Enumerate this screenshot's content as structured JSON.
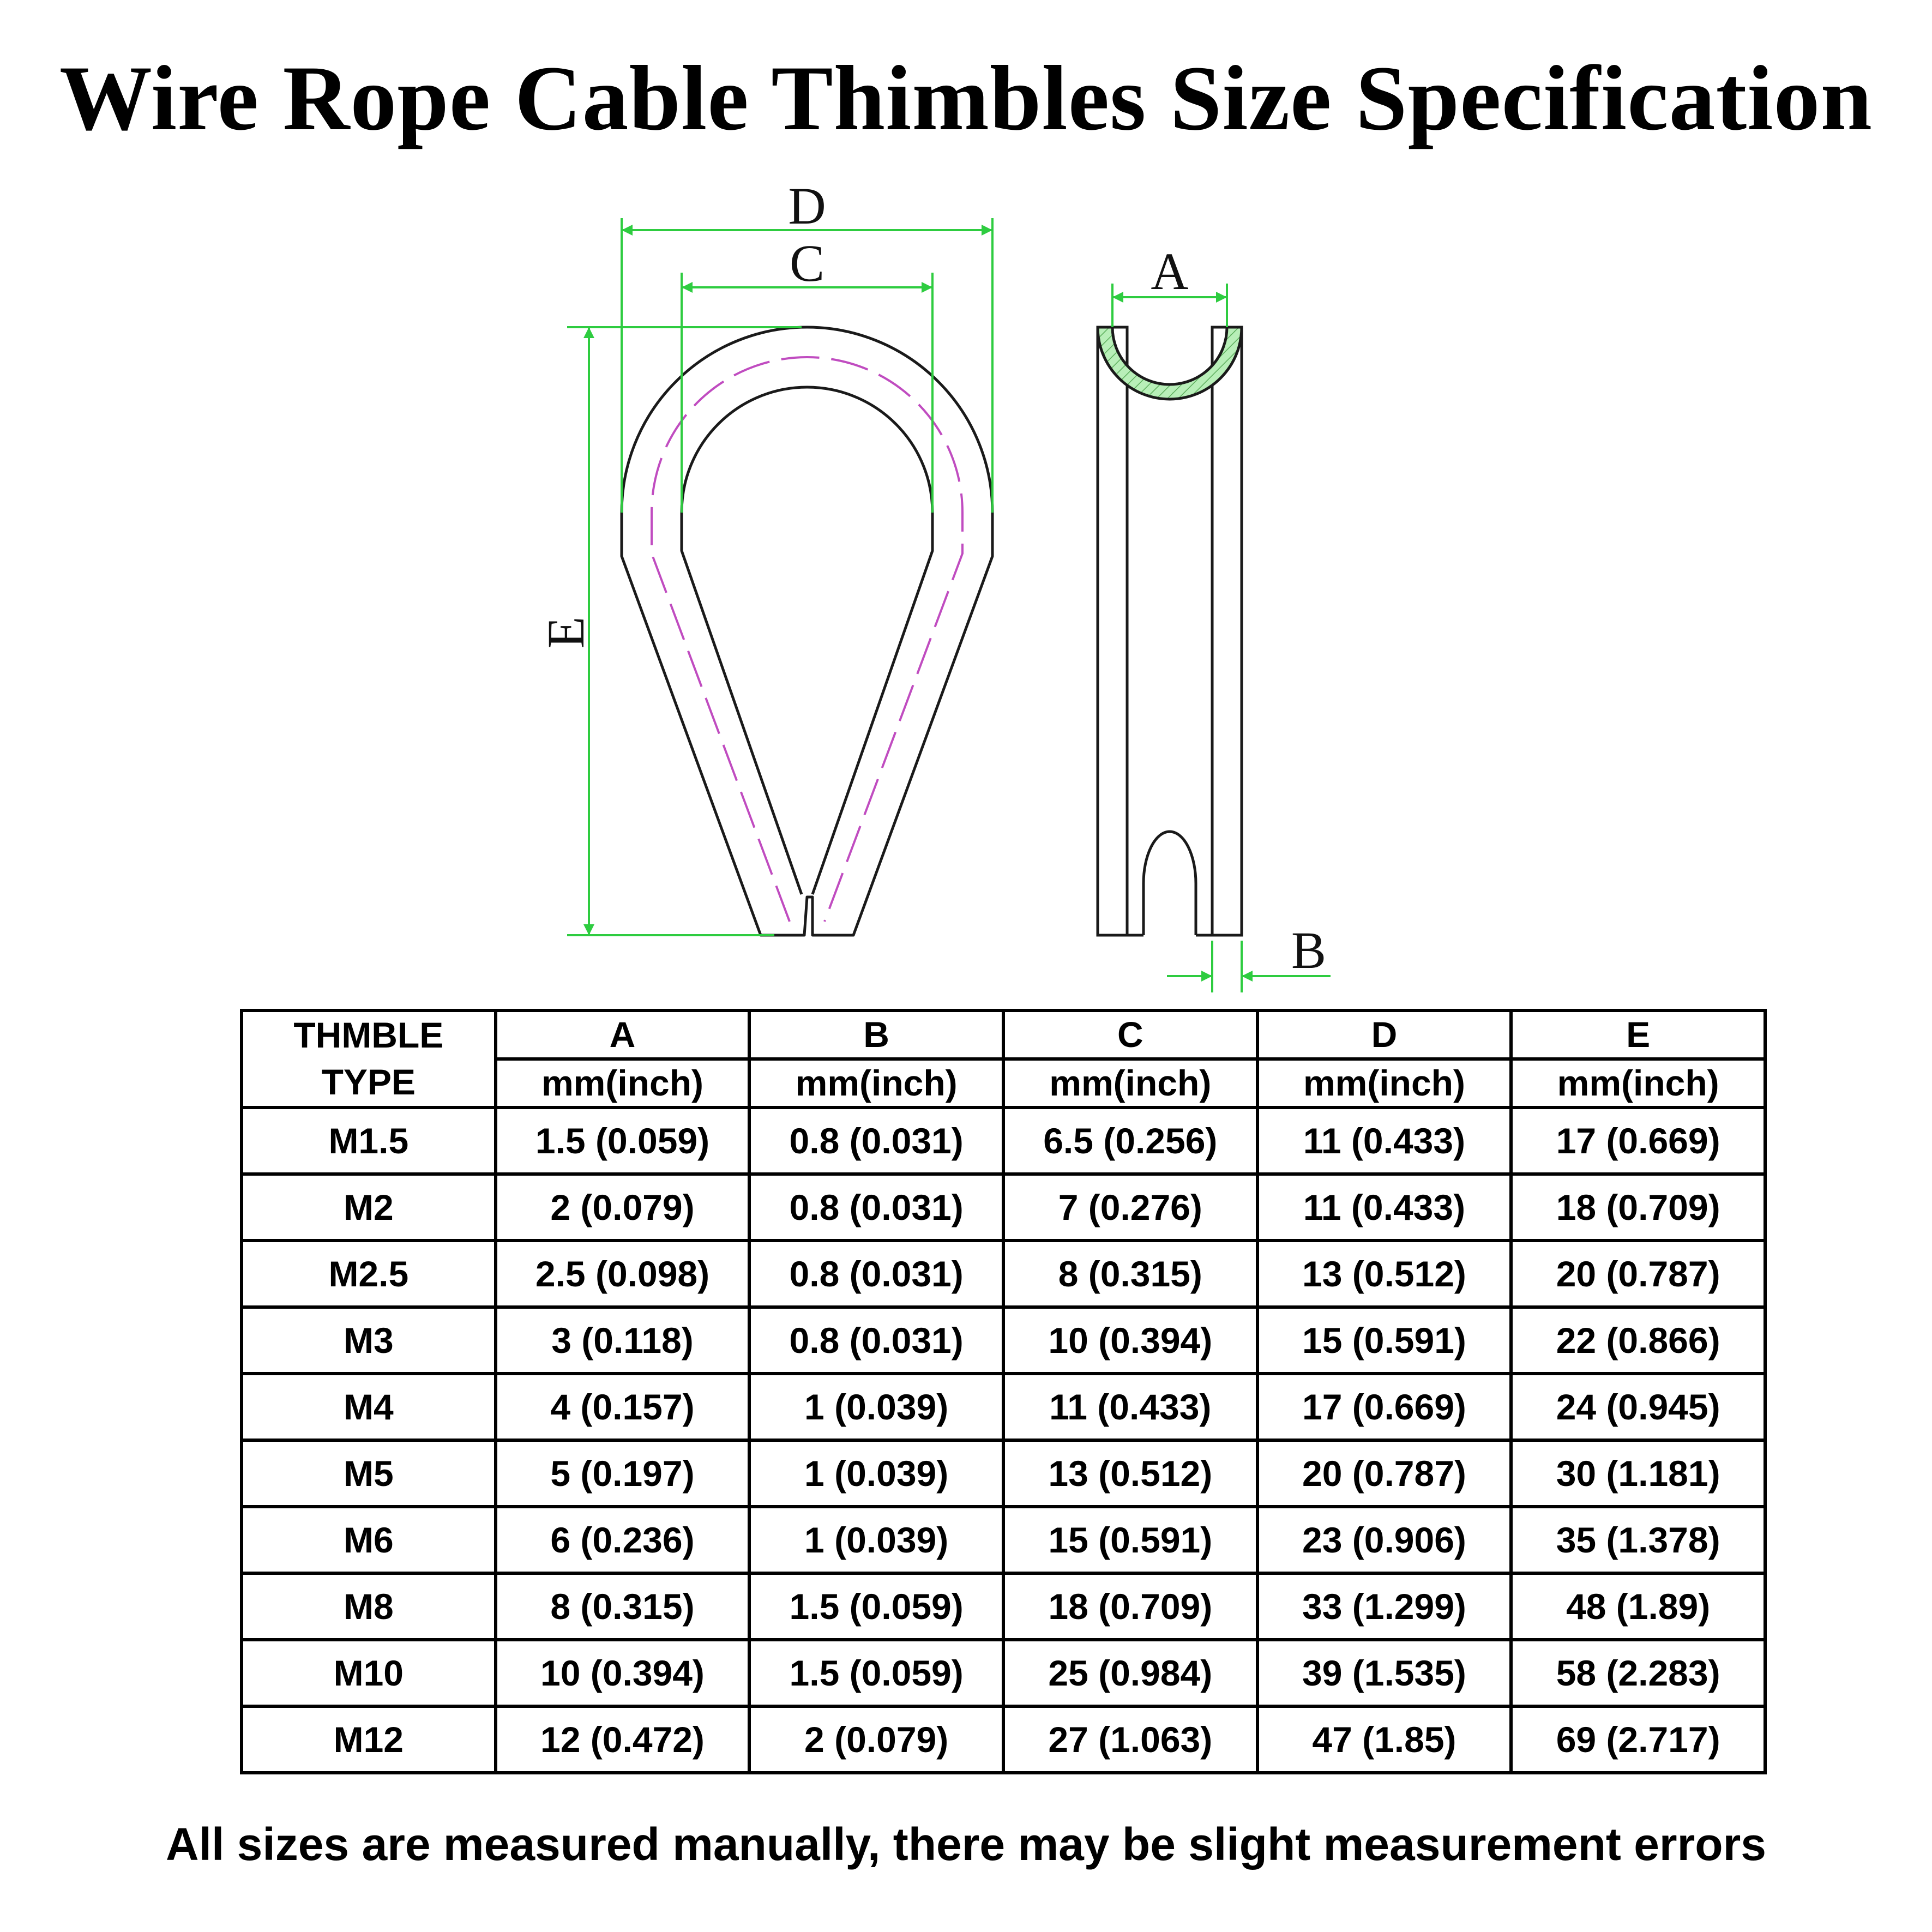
{
  "title": "Wire Rope Cable Thimbles Size Specification",
  "diagram": {
    "dimension_labels": {
      "A": "A",
      "B": "B",
      "C": "C",
      "D": "D",
      "E": "E"
    },
    "colors": {
      "dimension": "#2ecc40",
      "outline": "#1a1a1a",
      "centerline": "#c04cc0",
      "hatch": "#a8e6a8"
    }
  },
  "table": {
    "type_header": [
      "THMBLE",
      "TYPE"
    ],
    "columns": [
      {
        "letter": "A",
        "unit": "mm(inch)"
      },
      {
        "letter": "B",
        "unit": "mm(inch)"
      },
      {
        "letter": "C",
        "unit": "mm(inch)"
      },
      {
        "letter": "D",
        "unit": "mm(inch)"
      },
      {
        "letter": "E",
        "unit": "mm(inch)"
      }
    ],
    "rows": [
      {
        "type": "M1.5",
        "values": [
          "1.5 (0.059)",
          "0.8 (0.031)",
          "6.5 (0.256)",
          "11 (0.433)",
          "17 (0.669)"
        ]
      },
      {
        "type": "M2",
        "values": [
          "2 (0.079)",
          "0.8 (0.031)",
          "7 (0.276)",
          "11 (0.433)",
          "18 (0.709)"
        ]
      },
      {
        "type": "M2.5",
        "values": [
          "2.5 (0.098)",
          "0.8 (0.031)",
          "8 (0.315)",
          "13 (0.512)",
          "20 (0.787)"
        ]
      },
      {
        "type": "M3",
        "values": [
          "3 (0.118)",
          "0.8 (0.031)",
          "10 (0.394)",
          "15 (0.591)",
          "22 (0.866)"
        ]
      },
      {
        "type": "M4",
        "values": [
          "4 (0.157)",
          "1 (0.039)",
          "11 (0.433)",
          "17 (0.669)",
          "24 (0.945)"
        ]
      },
      {
        "type": "M5",
        "values": [
          "5 (0.197)",
          "1 (0.039)",
          "13 (0.512)",
          "20 (0.787)",
          "30 (1.181)"
        ]
      },
      {
        "type": "M6",
        "values": [
          "6 (0.236)",
          "1 (0.039)",
          "15 (0.591)",
          "23 (0.906)",
          "35 (1.378)"
        ]
      },
      {
        "type": "M8",
        "values": [
          "8 (0.315)",
          "1.5 (0.059)",
          "18 (0.709)",
          "33 (1.299)",
          "48 (1.89)"
        ]
      },
      {
        "type": "M10",
        "values": [
          "10 (0.394)",
          "1.5 (0.059)",
          "25 (0.984)",
          "39 (1.535)",
          "58 (2.283)"
        ]
      },
      {
        "type": "M12",
        "values": [
          "12 (0.472)",
          "2 (0.079)",
          "27 (1.063)",
          "47 (1.85)",
          "69 (2.717)"
        ]
      }
    ]
  },
  "footnote": "All sizes are measured manually, there may be slight measurement errors"
}
